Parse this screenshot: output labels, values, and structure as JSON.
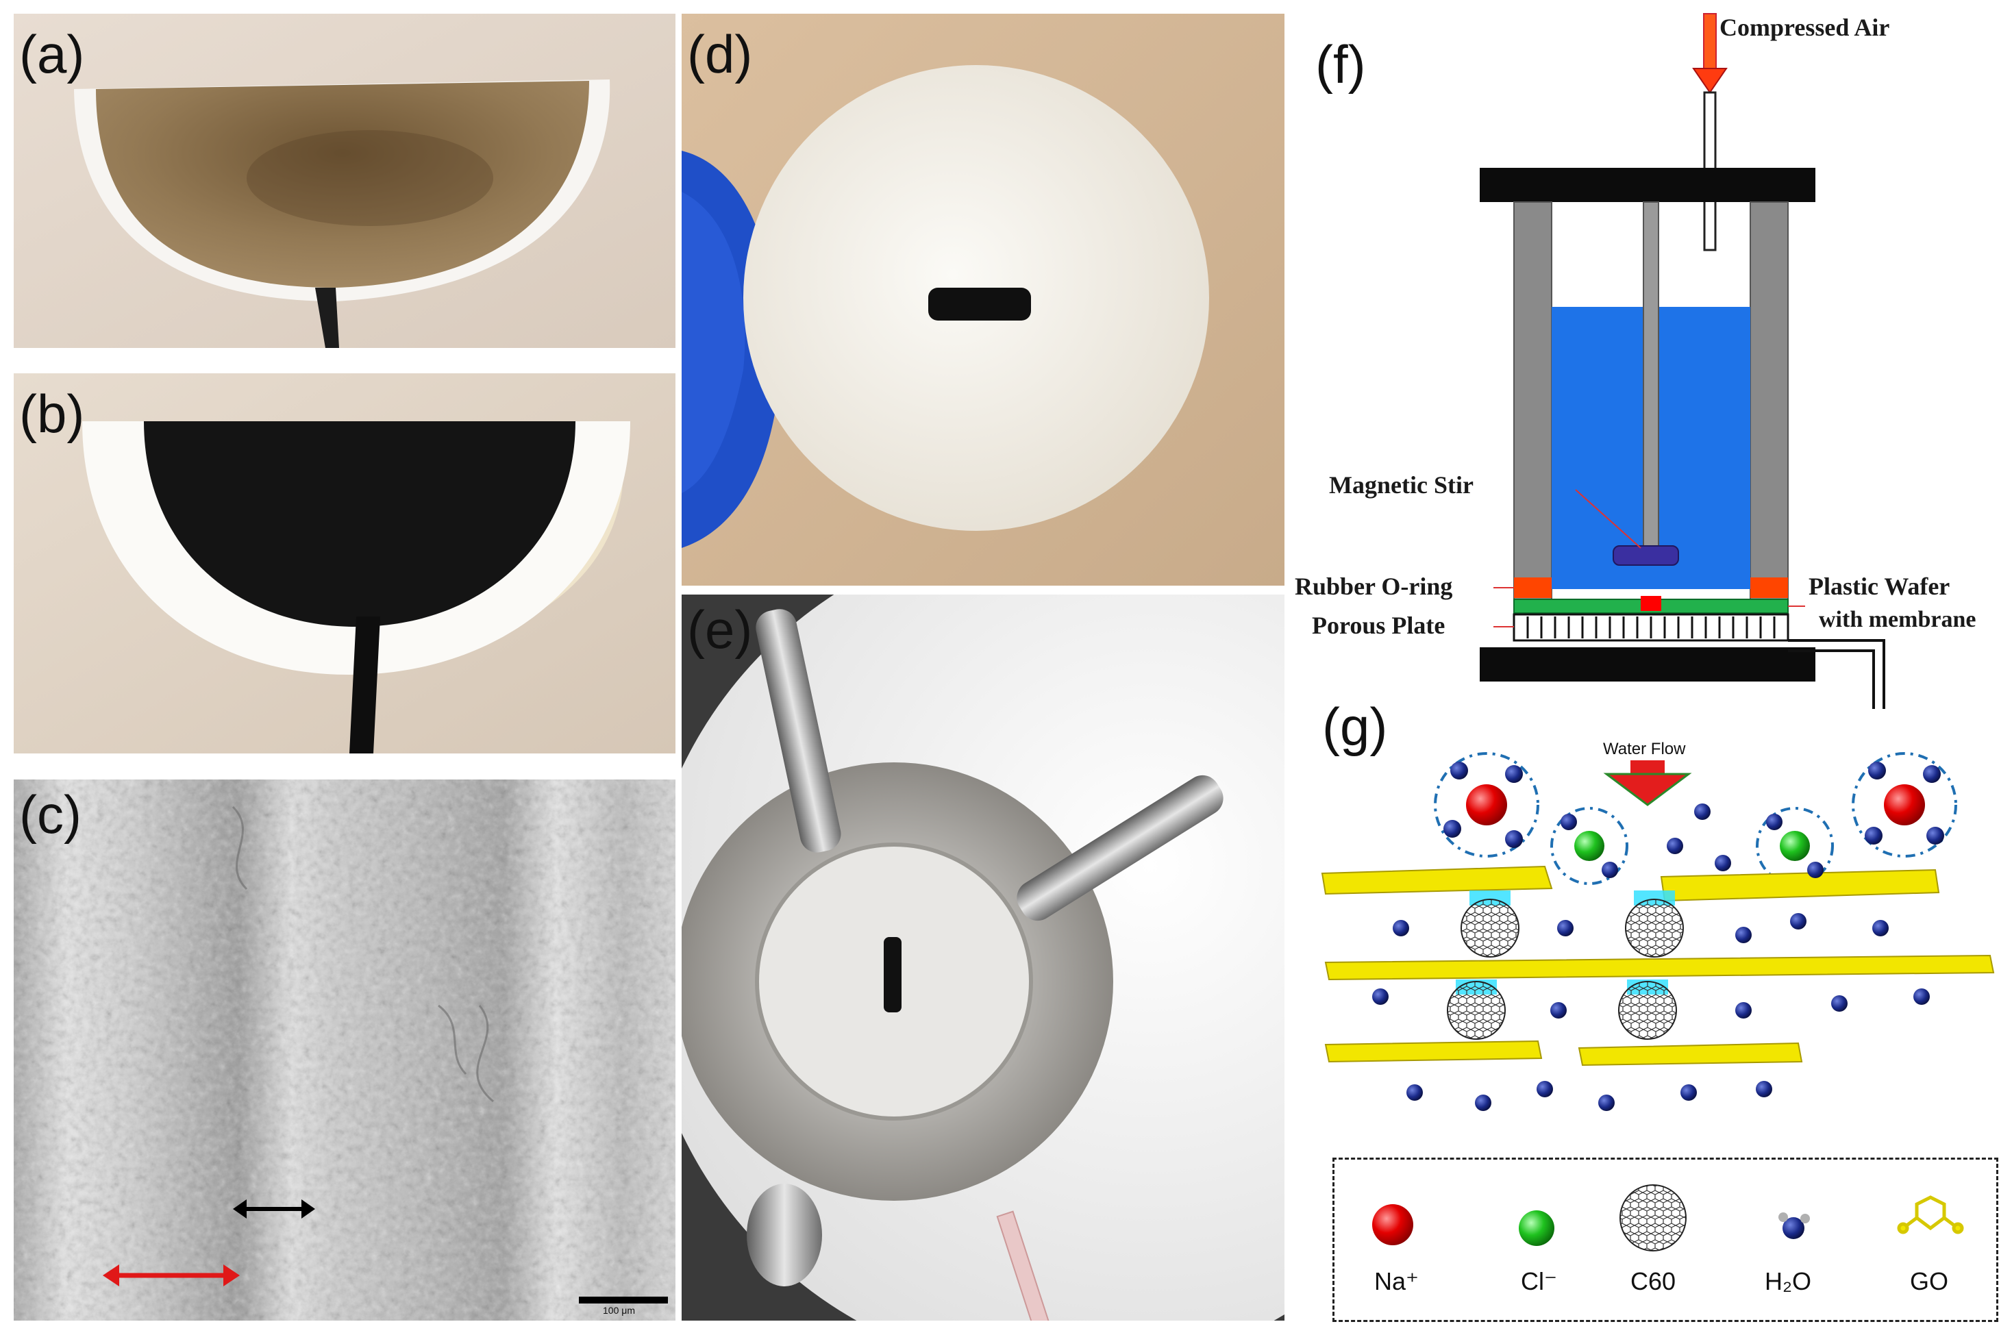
{
  "panels": {
    "a": {
      "label": "(a)"
    },
    "b": {
      "label": "(b)"
    },
    "c": {
      "label": "(c)",
      "scale_bar": "100 μm"
    },
    "d": {
      "label": "(d)"
    },
    "e": {
      "label": "(e)"
    },
    "f": {
      "label": "(f)"
    },
    "g": {
      "label": "(g)"
    }
  },
  "diagram_f": {
    "compressed_air": "Compressed Air",
    "magnetic_stir": "Magnetic Stir",
    "rubber_oring": "Rubber O-ring",
    "plastic_wafer_1": "Plastic Wafer",
    "plastic_wafer_2": "with membrane",
    "porous_plate": "Porous Plate"
  },
  "diagram_g": {
    "water_flow": "Water Flow",
    "legend": {
      "na": "Na⁺",
      "cl": "Cl⁻",
      "c60": "C60",
      "h2o": "H₂O",
      "go": "GO"
    }
  },
  "colors": {
    "water": "#1e73e8",
    "oring": "#ff4500",
    "wafer": "#22b14c",
    "stir": "#3a2fa0",
    "na": "#e30000",
    "cl": "#1fc21f",
    "go": "#f2e600",
    "h2o": "#1a2a8a"
  }
}
